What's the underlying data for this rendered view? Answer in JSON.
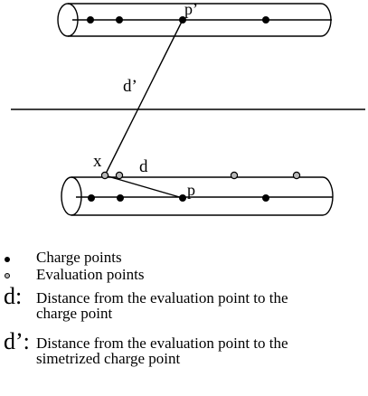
{
  "labels": {
    "p_prime": "p’",
    "d_prime": "d’",
    "x": "x",
    "d": "d",
    "p": "p"
  },
  "legend": {
    "charge": "Charge points",
    "evaluation": "Evaluation points",
    "d_symbol": "d:",
    "d_line1": "Distance from the evaluation point to the",
    "d_line2": "charge point",
    "dprime_symbol": "d’:",
    "dprime_line1": "Distance from the evaluation point to the",
    "dprime_line2": "simetrized charge point"
  },
  "colors": {
    "charge_point": "#000000",
    "evaluation_point": "#b8b8b8"
  }
}
